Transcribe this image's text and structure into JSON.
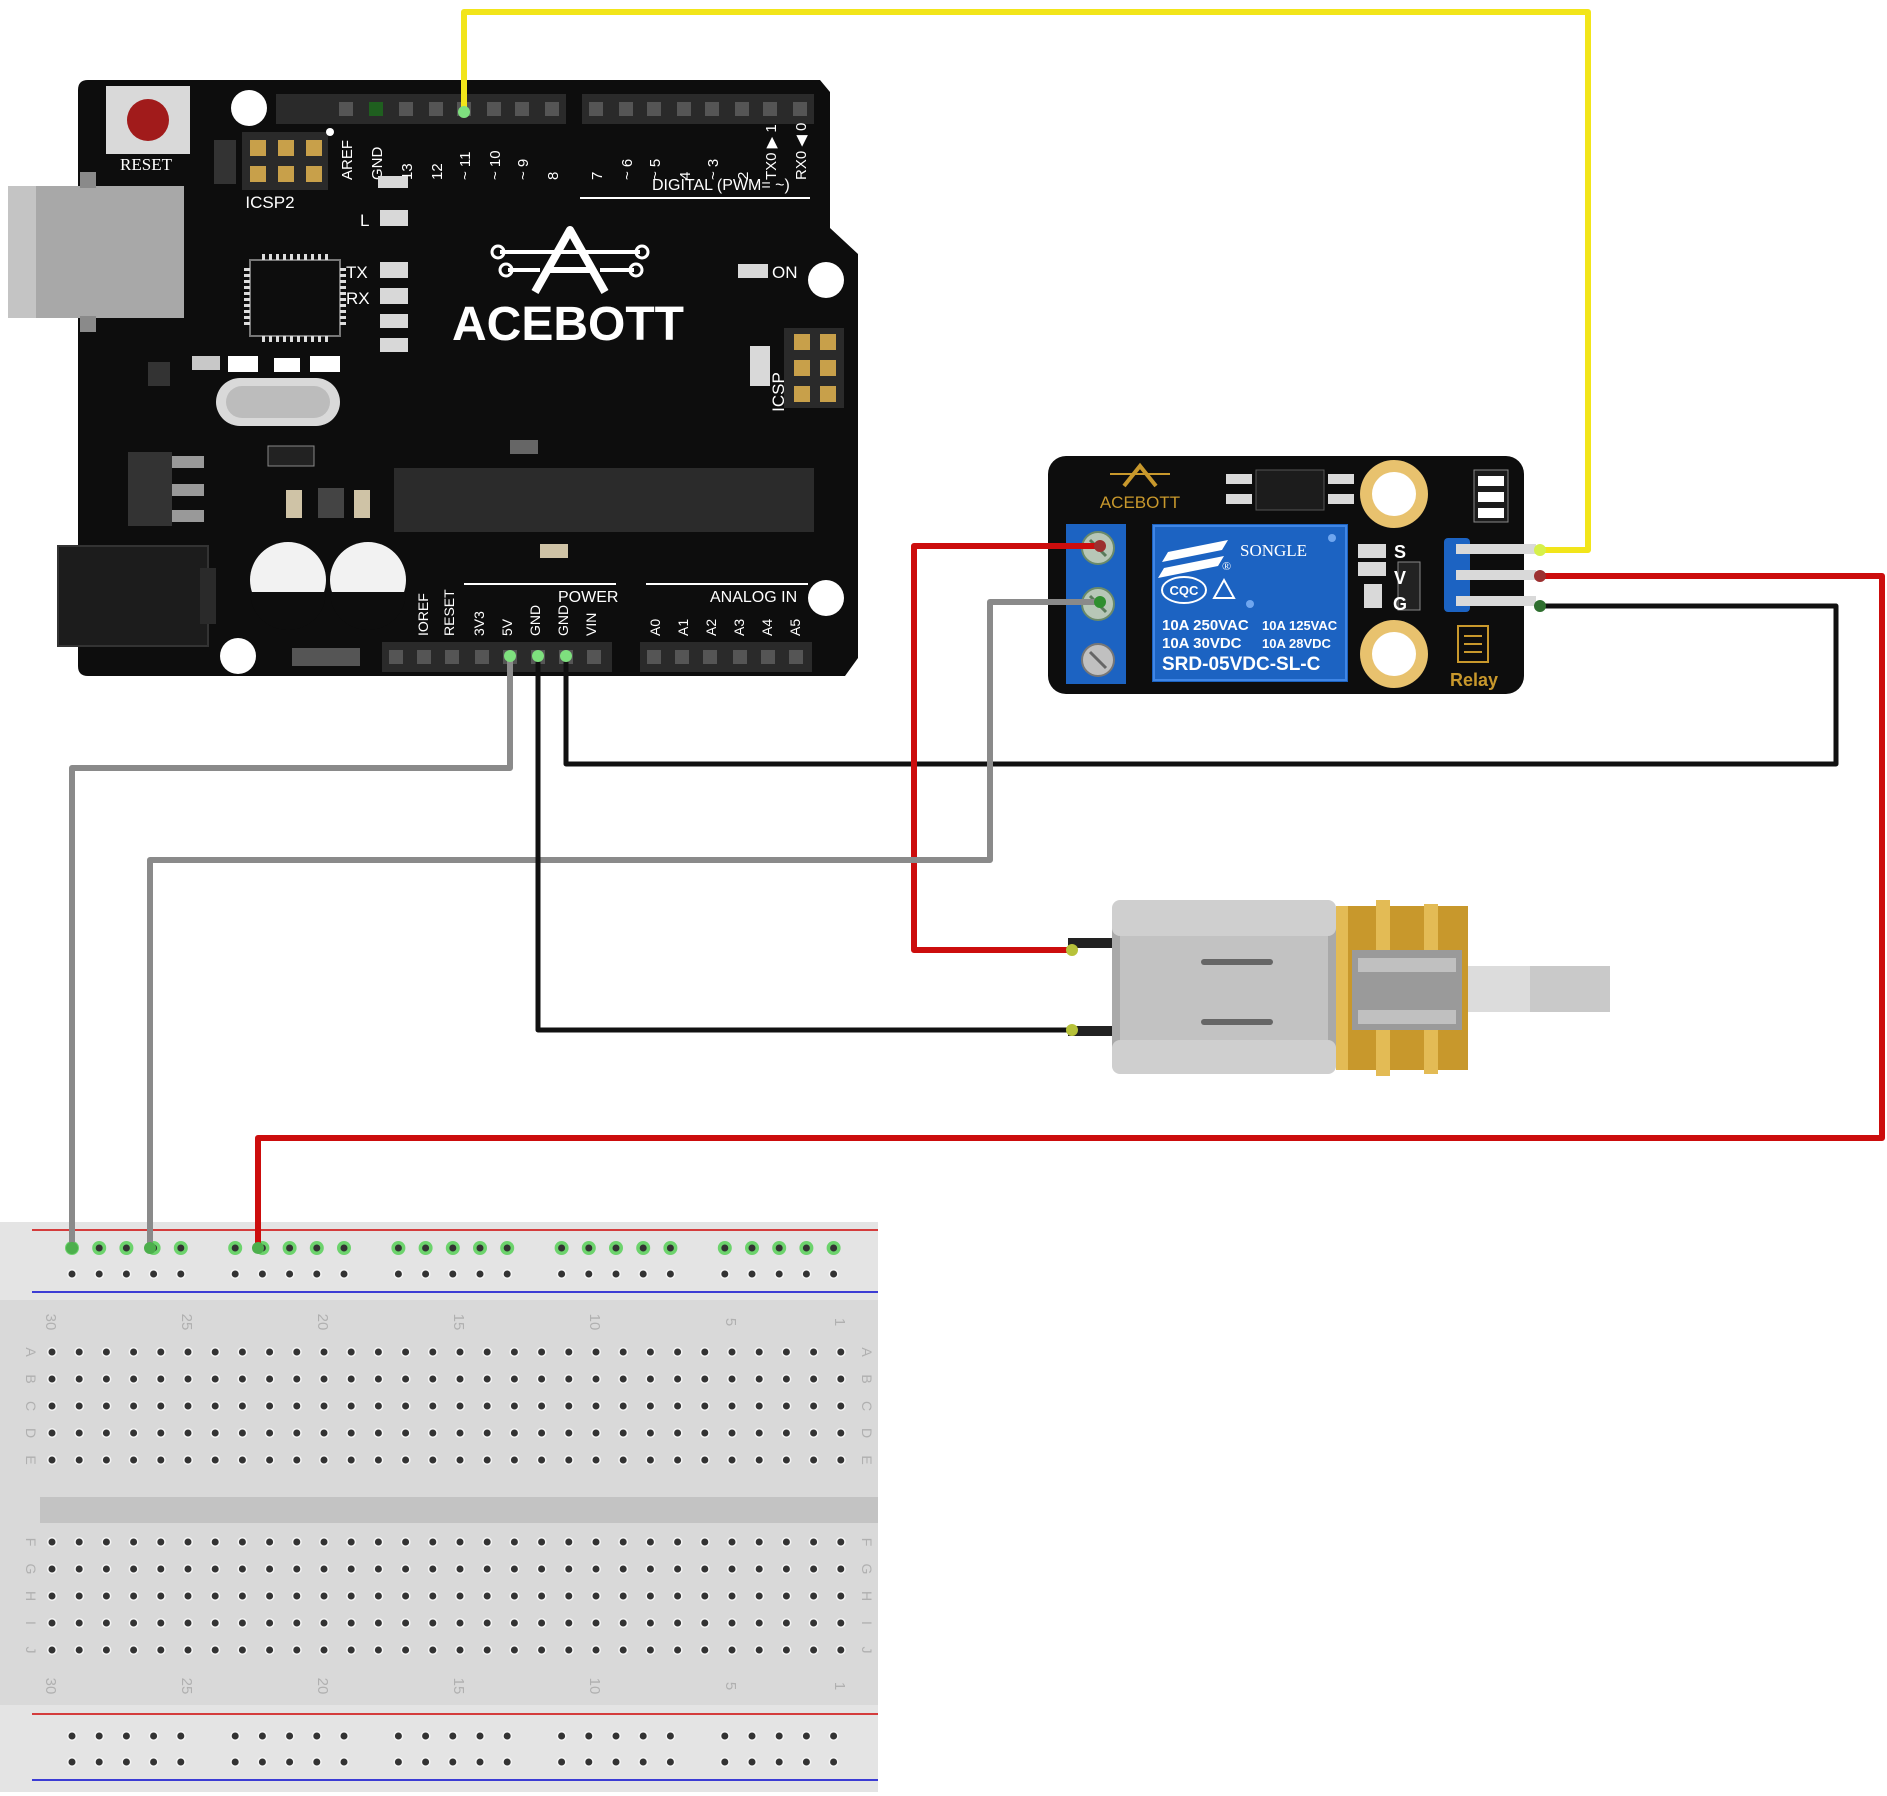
{
  "arduino": {
    "brand": "ACEBOTT",
    "reset_label": "RESET",
    "icsp2_label": "ICSP2",
    "icsp_label": "ICSP",
    "digital_label": "DIGITAL (PWM= ~)",
    "led_l": "L",
    "led_tx": "TX",
    "led_rx": "RX",
    "on_label": "ON",
    "power_label": "POWER",
    "analog_label": "ANALOG IN",
    "top_pins": [
      "AREF",
      "GND",
      "13",
      "12",
      "~ 11",
      "~ 10",
      "~ 9",
      "8",
      "7",
      "~ 6",
      "~ 5",
      "4",
      "~ 3",
      "2",
      "TX0 ▶ 1",
      "RX0 ◀ 0"
    ],
    "power_pins": [
      "IOREF",
      "RESET",
      "3V3",
      "5V",
      "GND",
      "GND",
      "VIN"
    ],
    "analog_pins": [
      "A0",
      "A1",
      "A2",
      "A3",
      "A4",
      "A5"
    ]
  },
  "relay": {
    "brand": "ACEBOTT",
    "maker": "SONGLE",
    "cert": "CQC",
    "rating_ac_left": "10A 250VAC",
    "rating_ac_right": "10A 125VAC",
    "rating_dc_left": "10A  30VDC",
    "rating_dc_right": "10A  28VDC",
    "model": "SRD-05VDC-SL-C",
    "pin_s": "S",
    "pin_v": "V",
    "pin_g": "G",
    "module_label": "Relay"
  },
  "breadboard": {
    "column_numbers": [
      "30",
      "25",
      "20",
      "15",
      "10",
      "5",
      "1"
    ],
    "rows_top": [
      "A",
      "B",
      "C",
      "D",
      "E"
    ],
    "rows_bottom": [
      "F",
      "G",
      "H",
      "I",
      "J"
    ]
  },
  "colors": {
    "board": "#0d0d0d",
    "relay_blue": "#1c63c2",
    "wire_yellow": "#f2e51a",
    "wire_red": "#cc0d0d",
    "wire_black": "#111111",
    "wire_gray": "#8a8a8a",
    "gold": "#c8982c"
  }
}
